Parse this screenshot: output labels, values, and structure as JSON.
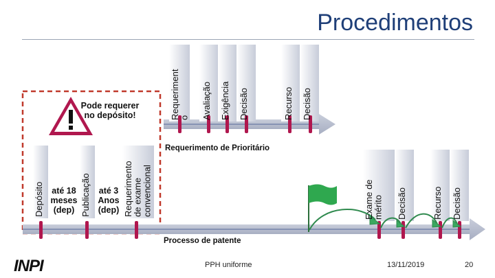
{
  "title": "Procedimentos",
  "warning": {
    "text": "Pode requerer\nno depósito!",
    "icon": "warning-icon"
  },
  "priority_track": {
    "label": "Requerimento de Prioritário",
    "steps": [
      "Requeriment\no",
      "Avaliação",
      "Exigência",
      "Decisão",
      "Recurso",
      "Decisão"
    ]
  },
  "patent_track": {
    "label": "Processo de patente",
    "early_steps": [
      "Depósito",
      "até 18\nmeses\n(dep)",
      "Publicação",
      "até 3\nAnos\n(dep)",
      "Requerimento\nde exame\nconvencional"
    ],
    "late_steps": [
      "Exame de\nmérito",
      "Decisão",
      "Recurso",
      "Decisão"
    ]
  },
  "footer": {
    "logo": "INPI",
    "center": "PPH uniforme",
    "date": "13/11/2019",
    "page": "20"
  },
  "colors": {
    "title": "#1f3f78",
    "track": "#b6bccd",
    "track_line": "#6a78a4",
    "accent": "#b0174e",
    "flag": "#2fa84f",
    "arrow": "#3aa860",
    "dashed": "#c0392b"
  }
}
